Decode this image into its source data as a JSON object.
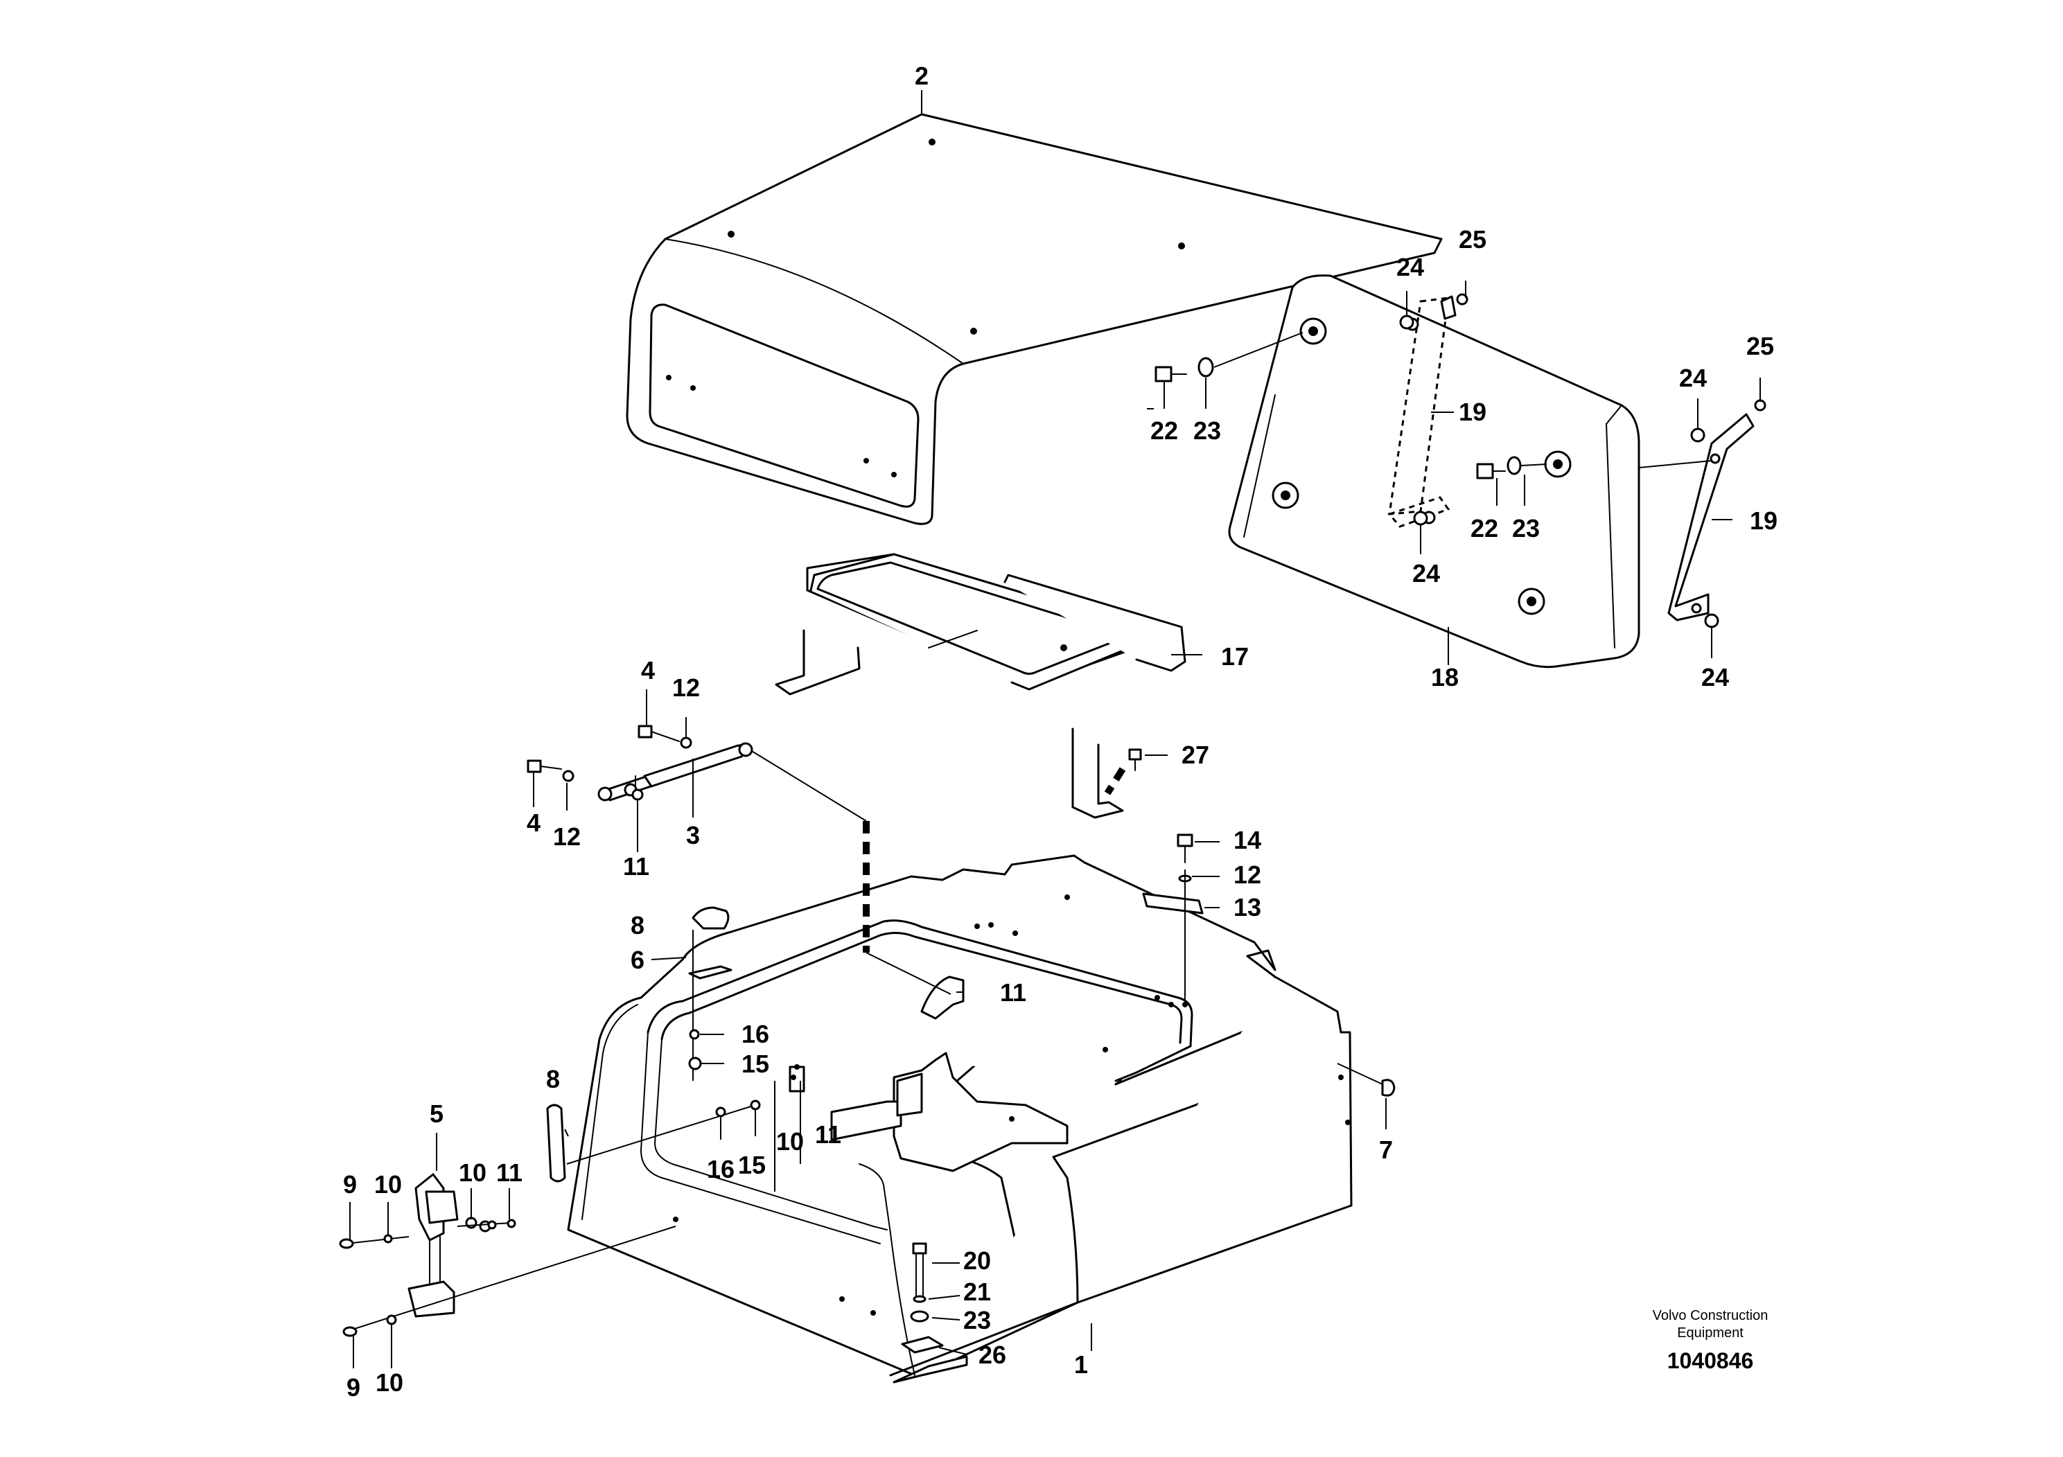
{
  "callouts": {
    "c1": "1",
    "c2": "2",
    "c3": "3",
    "c4a": "4",
    "c4b": "4",
    "c5": "5",
    "c6": "6",
    "c7": "7",
    "c8a": "8",
    "c8b": "8",
    "c9a": "9",
    "c9b": "9",
    "c10a": "10",
    "c10b": "10",
    "c10c": "10",
    "c10d": "10",
    "c11a": "11",
    "c11b": "11",
    "c11c": "11",
    "c11d": "11",
    "c12a": "12",
    "c12b": "12",
    "c12c": "12",
    "c13": "13",
    "c14": "14",
    "c15a": "15",
    "c15b": "15",
    "c16a": "16",
    "c16b": "16",
    "c17": "17",
    "c18": "18",
    "c19a": "19",
    "c19b": "19",
    "c20": "20",
    "c21": "21",
    "c22a": "22",
    "c22b": "22",
    "c23a": "23",
    "c23b": "23",
    "c23c": "23",
    "c24a": "24",
    "c24b": "24",
    "c24c": "24",
    "c24d": "24",
    "c25a": "25",
    "c25b": "25",
    "c26": "26",
    "c27": "27"
  },
  "footer": {
    "brand_line1": "Volvo Construction",
    "brand_line2": "Equipment",
    "document_number": "1040846"
  }
}
